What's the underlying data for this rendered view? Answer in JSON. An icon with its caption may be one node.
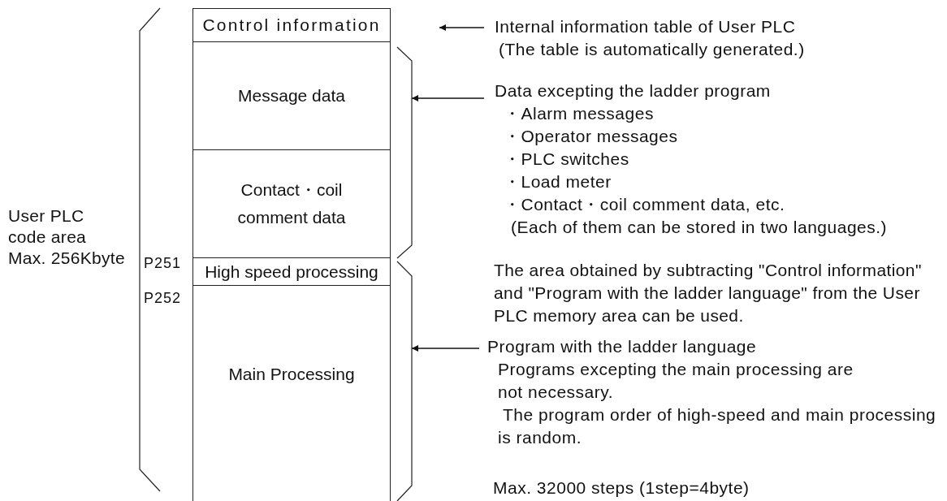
{
  "diagram": {
    "nodes": [
      {
        "text": [
          "Control information"
        ]
      },
      {
        "text": [
          "Message data"
        ]
      },
      {
        "text": [
          "Contact・coil comment data"
        ]
      },
      {
        "text": [
          "High speed processing"
        ],
        "beside": [
          "P251",
          "P252"
        ]
      },
      {
        "text": [
          "Main Processing"
        ]
      },
      {
        "text": [
          "Internal information table of User PLC",
          "(The table is automatically generated.)"
        ]
      },
      {
        "text": [
          "Data excepting the ladder program",
          "・Alarm messages",
          "・Operator messages",
          "・PLC switches",
          "・Load meter",
          "・Contact・coil comment data, etc.",
          "(Each of them can be stored in two languages.)"
        ]
      },
      {
        "text": [
          "Program with the ladder language",
          "Programs excepting the main processing are not necessary.",
          "The program order of high-speed and main processing is random.",
          "Max. 32000 steps (1step=4byte)"
        ]
      },
      {
        "text": [],
        "shape": "bracket"
      },
      {
        "text": [],
        "shape": "bracket"
      }
    ],
    "edges": [
      {
        "from": 5,
        "to": null,
        "arrow": "to"
      },
      {
        "from": 6,
        "to": 8,
        "arrow": "to"
      },
      {
        "from": 7,
        "to": 9,
        "arrow": "to"
      }
    ],
    "labels": [
      "User PLC code area Max. 256Kbyte",
      "The area obtained by subtracting \"Control information\" and \"Program with the ladder language\" from the User PLC memory area can be used."
    ]
  }
}
